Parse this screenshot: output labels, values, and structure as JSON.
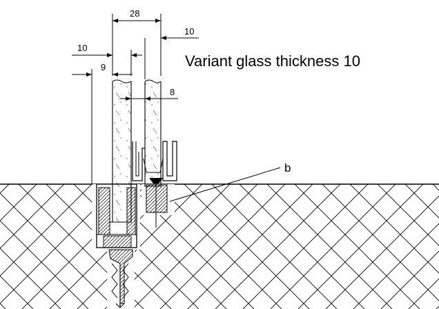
{
  "caption": "Variant glass thickness 10",
  "dimensions": {
    "overall_width": "28",
    "outer_pane_thickness": "10",
    "inner_pane_thickness": "10",
    "inner_offset": "9",
    "profile_offset": "8"
  },
  "callouts": {
    "b": "b"
  },
  "colors": {
    "line": "#000000",
    "background": "#ffffff"
  }
}
